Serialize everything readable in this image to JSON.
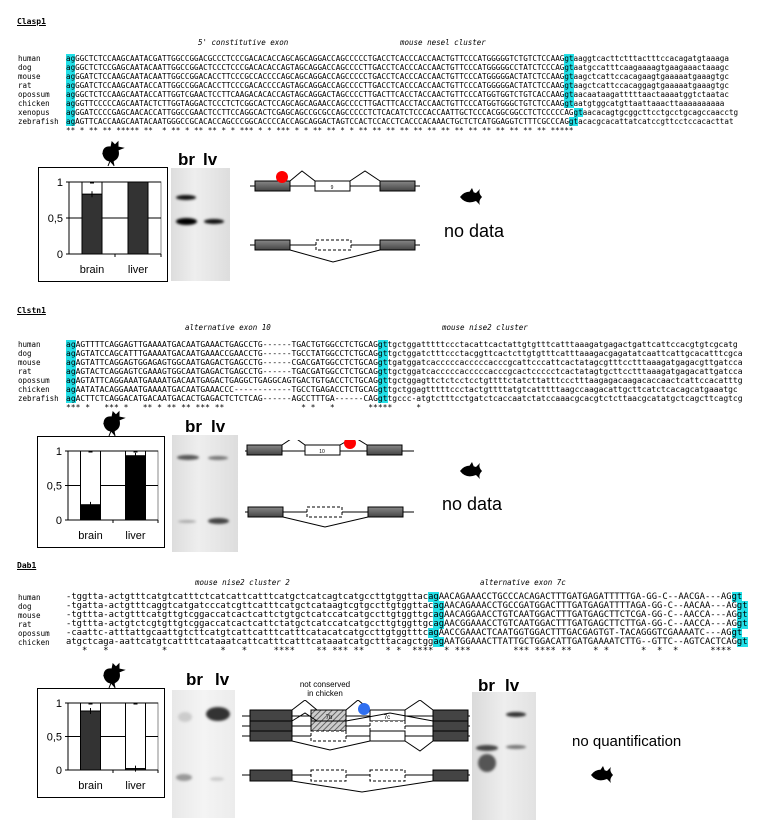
{
  "sections": [
    {
      "gene": "Clasp1",
      "labels": [
        "5' constitutive exon",
        "mouse nesel cluster"
      ],
      "rows": [
        [
          "human",
          "agGGCTCTCCAAGCAATACGATTGGCCGGACGCCCTCCCGACACACCAGCAGCAGGACCAGCCCCCTGACCTCACCCACCAACTGTTCCCATGGGGGTCTGTCTCCAAGgtaaggtcacttctttactttccacagatgtaaaga"
        ],
        [
          "dog",
          "agGGCTCTCCGAGCAATACAATTGGCCGGACTCCCTCCCGACACACCAGTAGCAGGACCAGCCCCTTGACCTCACCCACCAACTGTTCCCATGGGGGCCTATCTCCCAGgtaatgccatttcaagaaaagtgaagaaactaaagc"
        ],
        [
          "mouse",
          "agGGATCTCCAAGCAATACAATTGGCCGGACACCTTCCCGCCACCCCAGCAGCAGGACCAGCCCCCTGACCTCACCCACCAACTGTTCCCATGGGGGACTATCTCCAAGgtaagctcattccacagaagtgaaaaatgaaagtgc"
        ],
        [
          "rat",
          "agGGATCTCCAAGCAATACCATTGGCCGGACACCTTCCCGACACCCCAGTAGCAGGACCAGCCCCTTGACCTCACCCACCAACTGTTCCCATGGGGGACTATCTCCAAGgtaagctcattccacaggagtgaaaaatgaaagtgc"
        ],
        [
          "opossum",
          "agGGCTCTCCAAGCAATACCATTGGTCGAACTCCTTCAAGACACACCAGTAGCAGGACTAGCCCCTTGACTTCACCTACCAACTGTTCCCATGGTGGTCTGTCACCAAGgtaacaataagatttttaactaaaatggtctaatac"
        ],
        [
          "chicken",
          "agGGTTCCCCCAGCAATACTCTTGGTAGGACTCCCTCTCGGCACTCCAGCAGCAGAACCAGCCCCTTGACTTCACCTACCAACTGTTCCCATGGTGGGCTGTCTCCAAGgtaatgtggcatgttaattaaacttaaaaaaaaaa"
        ],
        [
          "xenopus",
          "agGGATCCCCGAGCAACACCATTGGCCGAACTCCTTCCAGGCACTCGAGCAGCCGCGCCAGCCCCCTCTCACATCTCCCACCAATTGCTCCCACGGCGGCCTCTCCCCCAGgtaacacagtgcggcttcctgcctgcagccaacctg"
        ],
        [
          "zebrafish",
          "agAGTTCACCAAGCAATACAATGGGCCGCACACCAGCCCGGCACCCCACCAGCAGGACTAGTCCACTCCACCTCACCCACAAACTGCTCTCATGGAGGTCTTTCGCCCAGgtacacgcacattatcatccgttcctccacacttat"
        ],
        [
          "",
          "** * ** ** ***** **  * ** * ** ** * * *** * * *** * * ** ** * * ** ** ** ** ** ** ** ** ** ** ** ** ** ** *****                                      "
        ]
      ]
    },
    {
      "gene": "Clstn1",
      "labels": [
        "alternative exon 10",
        "mouse nise2 cluster"
      ],
      "rows": [
        [
          "human",
          "agAGTTTTCAGGAGTTGAAAATGACAATGAAACTGAGCCTG------TGACTGTGGCCTCTGCAGgttgctggatttttccctacattcactattgtgtttcatttaaagatgagactgattcattccacgtgtcgcatg"
        ],
        [
          "dog",
          "agAGTATCCAGCATTTGAAAATGACAATGAAACCGAACCTG------TGCCTATGGCCTCTGCAGgttgctggatctttccctacggttcactcttgtgtttcatttaaagacgagatatcaattcattgcacatttcgca"
        ],
        [
          "mouse",
          "agAGTATTCAGGAGTGGAGAGTGGCAATGAGACTGAGCCTG------CGACGATGGCCTCTGCAGgttgatggatcacccccacccccacccgcattcccattcactatagcgtttcctttaaagatgagacgttgatcca"
        ],
        [
          "rat",
          "agAGTACTCAGGAGTCGAAAGTGGCAATGAGACTGAGCCTG------TGACGATGGCCTCTGCAGgttgctggatcacccccacccccacccgcactccccctcactatagtgcttcctttaaagatgagacattgatcca"
        ],
        [
          "opossum",
          "agAGTATTCAGGAAATGAAAATGACAATGAGACTGAGGCTGAGGCAGTGACTGTGACCTCTGCAGgttgctggagttctctcctcctgttttctatcttatttccctttaagagacaagacaccaactcattccacatttg"
        ],
        [
          "chicken",
          "agAATATACAGGAAATGAAAATGACAATGAAACCC------------TGCCTGAGACCTCTGCAGgttgctggagtttttccctactgttttatgtcatttttaagccaagacattgcttcatctcacagcatgaaatgc"
        ],
        [
          "zebrafish",
          "agACTTCTCAGGACATGACAATGACACTGAGACTCTCTCAG------AGCCTTTGA------CAGgttgccc-atgtctttcctgatctcaccaatctatccaaacgcacgtctcttaacgcatatgctcagcttcagtcg"
        ],
        [
          "",
          "*** *   *** *   ** * ** ** *** **                * *   *       *****     *                                                                    "
        ]
      ]
    },
    {
      "gene": "Dab1",
      "labels": [
        "mouse nise2 cluster 2",
        "alternative exon 7c"
      ],
      "rows": [
        [
          "human",
          "-tggtta-actgtttcatgtcatttctcatcattcatttcatgctcatcagtcatgccttgtggttacagAACAGAAACCTGCCCACAGACTTTGATGAGATTTTTGA-GG-C--AACGA---AGgt"
        ],
        [
          "dog",
          "-tgatta-actgtttcaggtcatgatcccatcgttcatttcatgctcataagtcgtgccttgtggttacagAACAGAAACCTGCCGATGGACTTTGATGAGATTTTAGA-GG-C--AACAA---AGgt"
        ],
        [
          "mouse",
          "-tgttta-actgtttcatgttgtcggaccatcactcattctgtgctcatccatcatgccttgtggttgcagAACAGGAACCTGTCAATGGACTTTGATGAGCTTCTCGA-GG-C--AACCA---AGgt"
        ],
        [
          "rat",
          "-tgttta-actgtctcgtgttgtcggaccatcactcattctatgctcatccatcatgccttgtggttgcagAACGGAAACCTGTCAATGGACTTTGATGAGCTTCTTGA-GG-C--AACCA---AGgt"
        ],
        [
          "opossum",
          "-caattc-atttattgcaattgtcttcatgtcattcatttcatttcatacatcatgccttgtggtttcagAACCGAAACTCAATGGTGGACTTTGACGAGTGT-TACAGGGTCGAAAATC---AGgt"
        ],
        [
          "chicken",
          "atgctcaga-aattcatgtcattttcataaatcattcatttcatttcataaatcatgctttacagctggagAATGGAAACTTATTGCTGGACATTGATGAAAATCTTG--GTTC--AGTCACTCAGgt"
        ],
        [
          "",
          "   *   *          *          *   *     ****    ** *** **    * *  ****  * ***        *** **** **    * *      *  *  *      ****"
        ]
      ]
    }
  ],
  "gel": {
    "lane1": "br",
    "lane2": "lv"
  },
  "status": {
    "no_data": "no data",
    "no_quant": "no quantification"
  },
  "diagram": {
    "exon9": "9",
    "exon10": "10",
    "exon7b": "7b",
    "exon7c": "7c",
    "note1": "not conserved",
    "note2": "in chicken"
  },
  "colors": {
    "splice_site": "#22e0e8",
    "red_marker": "#ff0000",
    "blue_marker": "#2f6ff0",
    "bar_dark": "#333333"
  },
  "chart_data": [
    {
      "type": "bar",
      "title": "Clasp1",
      "categories": [
        "brain",
        "liver"
      ],
      "values": [
        0.83,
        1.0
      ],
      "ylim": [
        0,
        1
      ],
      "yticks": [
        "0",
        "0,5",
        "1"
      ],
      "stacked_remainder": true
    },
    {
      "type": "bar",
      "title": "Clstn1",
      "categories": [
        "brain",
        "liver"
      ],
      "values": [
        0.22,
        0.93
      ],
      "ylim": [
        0,
        1
      ],
      "yticks": [
        "0",
        "0,5",
        "1"
      ],
      "stacked_remainder": true
    },
    {
      "type": "bar",
      "title": "Dab1",
      "categories": [
        "brain",
        "liver"
      ],
      "values": [
        0.88,
        0.02
      ],
      "ylim": [
        0,
        1
      ],
      "yticks": [
        "0",
        "0,5",
        "1"
      ],
      "stacked_remainder": true
    }
  ]
}
